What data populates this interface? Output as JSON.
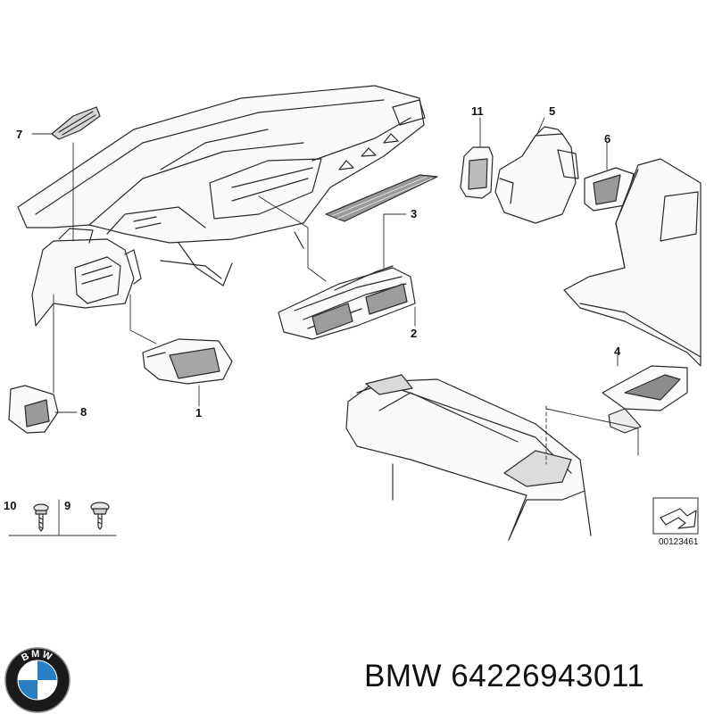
{
  "callouts": {
    "c1": "1",
    "c2": "2",
    "c3": "3",
    "c4": "4",
    "c5": "5",
    "c6": "6",
    "c7": "7",
    "c8": "8",
    "c9": "9",
    "c10": "10",
    "c11": "11"
  },
  "reference_code": "00123461",
  "caption": {
    "brand": "BMW",
    "part_number": "64226943011"
  },
  "logo_text": "BMW",
  "colors": {
    "line": "#2a2a2a",
    "shade": "#bdbdbd",
    "logo_blue": "#2a7fc4",
    "logo_ring": "#1a1a1a"
  }
}
